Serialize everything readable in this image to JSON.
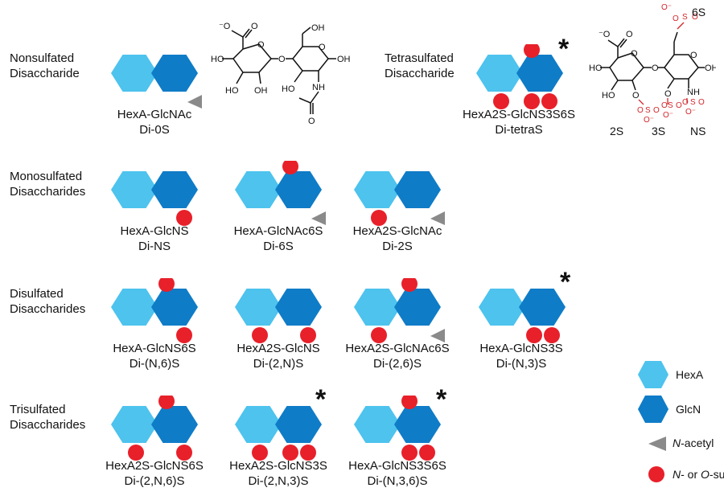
{
  "rows": {
    "nonsulfated": "Nonsulfated\nDisaccharide",
    "tetrasulfated": "Tetrasulfated\nDisaccharide",
    "monosulfated": "Monosulfated\nDisaccharides",
    "disulfated": "Disulfated\nDisaccharides",
    "trisulfated": "Trisulfated\nDisaccharides"
  },
  "items": [
    {
      "id": "di-0s",
      "name": "HexA-GlcNAc",
      "abbr": "Di-0S",
      "sulfates": [],
      "acetyl": true,
      "star": false
    },
    {
      "id": "di-tetras",
      "name": "HexA2S-GlcNS3S6S",
      "abbr": "Di-tetraS",
      "sulfates": [
        "6",
        "2",
        "3",
        "N"
      ],
      "acetyl": false,
      "star": true
    },
    {
      "id": "di-ns",
      "name": "HexA-GlcNS",
      "abbr": "Di-NS",
      "sulfates": [
        "N"
      ],
      "acetyl": false,
      "star": false
    },
    {
      "id": "di-6s",
      "name": "HexA-GlcNAc6S",
      "abbr": "Di-6S",
      "sulfates": [
        "6"
      ],
      "acetyl": true,
      "star": false
    },
    {
      "id": "di-2s",
      "name": "HexA2S-GlcNAc",
      "abbr": "Di-2S",
      "sulfates": [
        "2"
      ],
      "acetyl": true,
      "star": false
    },
    {
      "id": "di-n6s",
      "name": "HexA-GlcNS6S",
      "abbr": "Di-(N,6)S",
      "sulfates": [
        "6",
        "N"
      ],
      "acetyl": false,
      "star": false
    },
    {
      "id": "di-2ns",
      "name": "HexA2S-GlcNS",
      "abbr": "Di-(2,N)S",
      "sulfates": [
        "2",
        "N"
      ],
      "acetyl": false,
      "star": false
    },
    {
      "id": "di-26s",
      "name": "HexA2S-GlcNAc6S",
      "abbr": "Di-(2,6)S",
      "sulfates": [
        "6",
        "2"
      ],
      "acetyl": true,
      "star": false
    },
    {
      "id": "di-n3s",
      "name": "HexA-GlcNS3S",
      "abbr": "Di-(N,3)S",
      "sulfates": [
        "3",
        "N"
      ],
      "acetyl": false,
      "star": true
    },
    {
      "id": "di-2n6s",
      "name": "HexA2S-GlcNS6S",
      "abbr": "Di-(2,N,6)S",
      "sulfates": [
        "6",
        "2",
        "N"
      ],
      "acetyl": false,
      "star": false
    },
    {
      "id": "di-2n3s",
      "name": "HexA2S-GlcNS3S",
      "abbr": "Di-(2,N,3)S",
      "sulfates": [
        "2",
        "3",
        "N"
      ],
      "acetyl": false,
      "star": true
    },
    {
      "id": "di-n36s",
      "name": "HexA-GlcNS3S6S",
      "abbr": "Di-(N,3,6)S",
      "sulfates": [
        "6",
        "3",
        "N"
      ],
      "acetyl": false,
      "star": true
    }
  ],
  "structure_labels": {
    "s6": "6S",
    "s2": "2S",
    "s3": "3S",
    "sn": "NS",
    "ho": "HO",
    "oh": "OH",
    "o": "O",
    "nh": "NH",
    "s": "S"
  },
  "legend": {
    "hexa": "HexA",
    "glcn": "GlcN",
    "acetyl_prefix": "N",
    "acetyl_suffix": "-acetyl",
    "sulfate_n": "N",
    "sulfate_mid": "- or ",
    "sulfate_o": "O",
    "sulfate_suffix": "-sulfate"
  },
  "colors": {
    "hexa": "#4DC3EE",
    "glcn": "#0F7CC7",
    "sulfate": "#E8202A",
    "acetyl": "#8A8A8A",
    "sulfo_text": "#D3262B"
  }
}
